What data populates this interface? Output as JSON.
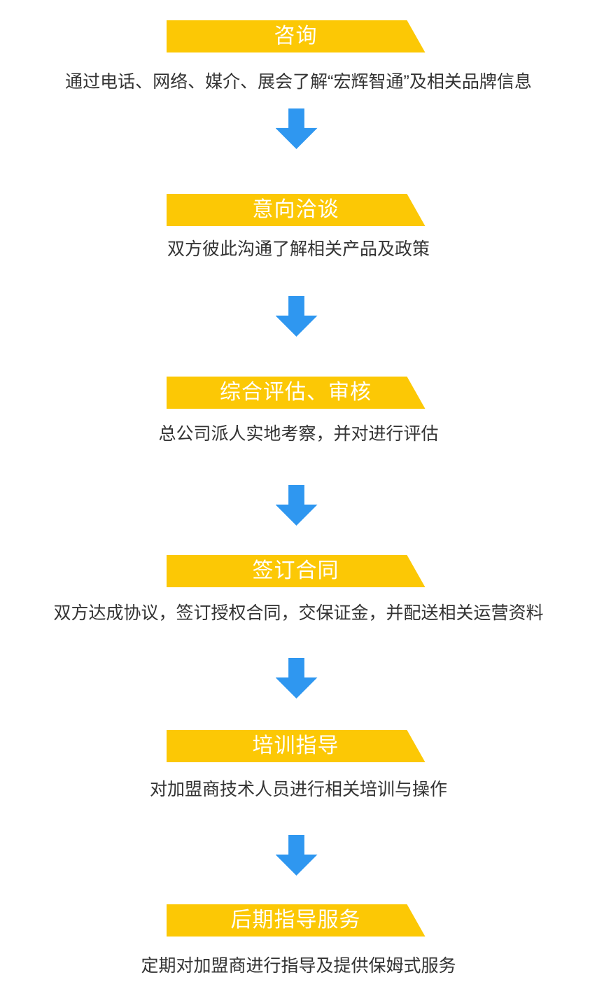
{
  "colors": {
    "banner_yellow": "#FCC805",
    "arrow_blue": "#2F97F0",
    "title_text": "#FFFFFF",
    "description_text": "#333333",
    "background": "#FFFFFF"
  },
  "icons": {
    "flow_arrow": "down-arrow"
  },
  "steps": [
    {
      "title": "咨询",
      "description": "通过电话、网络、媒介、展会了解“宏辉智通”及相关品牌信息"
    },
    {
      "title": "意向洽谈",
      "description": "双方彼此沟通了解相关产品及政策"
    },
    {
      "title": "综合评估、审核",
      "description": "总公司派人实地考察，并对进行评估"
    },
    {
      "title": "签订合同",
      "description": "双方达成协议，签订授权合同，交保证金，并配送相关运营资料"
    },
    {
      "title": "培训指导",
      "description": "对加盟商技术人员进行相关培训与操作"
    },
    {
      "title": "后期指导服务",
      "description": "定期对加盟商进行指导及提供保姆式服务"
    }
  ]
}
